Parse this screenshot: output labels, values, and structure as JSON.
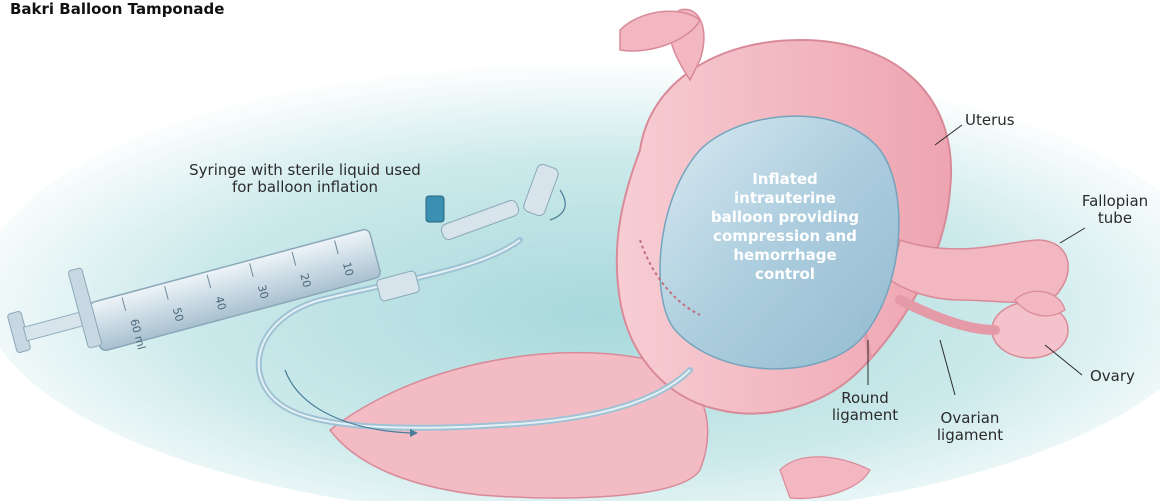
{
  "title": "Bakri Balloon Tamponade",
  "labels": {
    "syringe": [
      "Syringe with sterile liquid used",
      "for balloon inflation"
    ],
    "balloon": [
      "Inflated",
      "intrauterine",
      "balloon providing",
      "compression and",
      "hemorrhage",
      "control"
    ],
    "uterus": "Uterus",
    "fallopian": [
      "Fallopian",
      "tube"
    ],
    "ovary": "Ovary",
    "round_ligament": [
      "Round",
      "ligament"
    ],
    "ovarian_ligament": [
      "Ovarian",
      "ligament"
    ]
  },
  "syringe_scale": [
    "10",
    "20",
    "30",
    "40",
    "50",
    "60 ml"
  ],
  "colors": {
    "background_glow": "#bfe3e5",
    "tissue": "#f2b7c0",
    "tissue_dark": "#d98a98",
    "balloon": "#a9cfe0",
    "syringe": "#d7e4ec",
    "valve": "#3b8fb0"
  }
}
